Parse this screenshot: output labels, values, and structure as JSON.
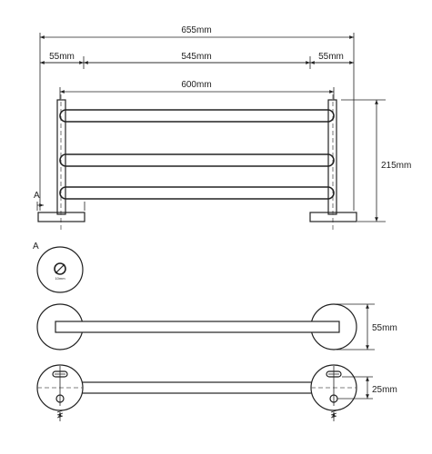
{
  "dimensions": {
    "overall_width": "655mm",
    "left_offset": "55mm",
    "inner_span": "545mm",
    "right_offset": "55mm",
    "bar_length": "600mm",
    "height": "215mm",
    "depth": "55mm",
    "hole_spacing": "25mm"
  },
  "detail": {
    "marker": "A",
    "callout_marker": "A",
    "hole_size": "10mm"
  },
  "colors": {
    "line": "#222222",
    "background": "#ffffff"
  }
}
